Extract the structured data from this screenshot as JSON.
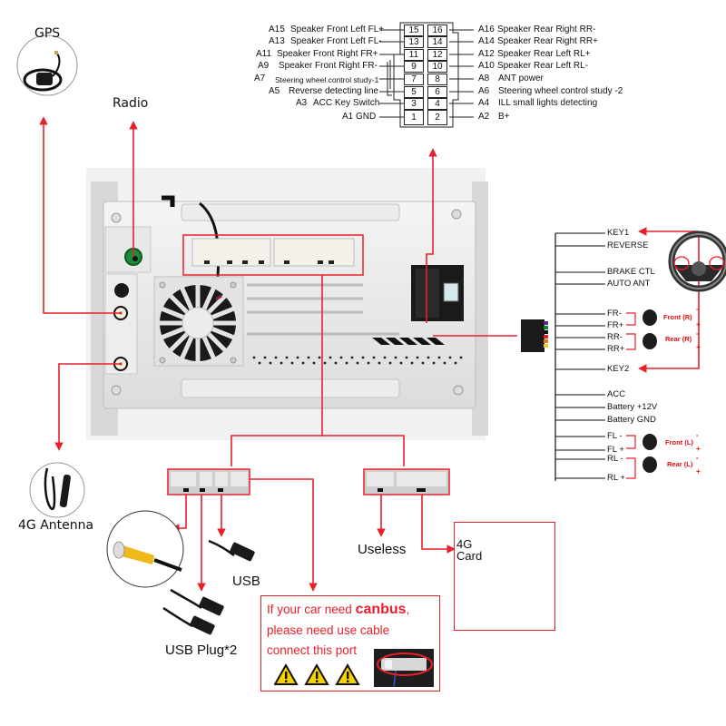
{
  "title": "Car Stereo Wiring Diagram",
  "left_labels": {
    "gps": "GPS",
    "radio": "Radio",
    "antenna_4g": "4G Antenna"
  },
  "pinout": {
    "left": [
      {
        "code": "A15",
        "desc": "Speaker Front Left FL+",
        "pin": "15"
      },
      {
        "code": "A13",
        "desc": "Speaker Front Left FL-",
        "pin": "13"
      },
      {
        "code": "A11",
        "desc": "Speaker Front Right FR+",
        "pin": "11"
      },
      {
        "code": "A9",
        "desc": "Speaker Front Right FR-",
        "pin": "9"
      },
      {
        "code": "A7",
        "desc": "Steering wheel control study-1",
        "pin": "7"
      },
      {
        "code": "A5",
        "desc": "Reverse detecting line",
        "pin": "5"
      },
      {
        "code": "A3",
        "desc": "ACC Key Switch",
        "pin": "3"
      },
      {
        "code": "A1",
        "desc": "GND",
        "pin": "1"
      }
    ],
    "right": [
      {
        "code": "A16",
        "desc": "Speaker Rear Right RR-",
        "pin": "16"
      },
      {
        "code": "A14",
        "desc": "Speaker Rear Right RR+",
        "pin": "14"
      },
      {
        "code": "A12",
        "desc": "Speaker Rear Left RL+",
        "pin": "12"
      },
      {
        "code": "A10",
        "desc": "Speaker Rear Left RL-",
        "pin": "10"
      },
      {
        "code": "A8",
        "desc": "ANT power",
        "pin": "8"
      },
      {
        "code": "A6",
        "desc": "Steering wheel control study -2",
        "pin": "6"
      },
      {
        "code": "A4",
        "desc": "ILL small lights detecting",
        "pin": "4"
      },
      {
        "code": "A2",
        "desc": "B+",
        "pin": "2"
      }
    ]
  },
  "harness_wires": [
    "KEY1",
    "REVERSE",
    "BRAKE CTL",
    "AUTO ANT",
    "FR-",
    "FR+",
    "RR-",
    "RR+",
    "KEY2",
    "ACC",
    "Battery +12V",
    "Battery GND",
    "FL -",
    "FL +",
    "RL -",
    "RL +"
  ],
  "speakers": {
    "front_r": "Front (R)",
    "rear_r": "Rear (R)",
    "front_l": "Front (L)",
    "rear_l": "Rear (L)",
    "minus": "-",
    "plus": "+"
  },
  "bottom_labels": {
    "usb": "USB",
    "usb_plug": "USB Plug*2",
    "useless": "Useless",
    "card_4g_line1": "4G",
    "card_4g_line2": "Card"
  },
  "note": {
    "line1_pre": "If your car need ",
    "line1_bold": "canbus",
    "line1_post": ",",
    "line2": "please need use cable",
    "line3": "connect this port"
  },
  "colors": {
    "accent_red": "#e8202a",
    "text": "#111111",
    "panel": "#e6e6e6",
    "warning_yellow": "#f5d100"
  }
}
